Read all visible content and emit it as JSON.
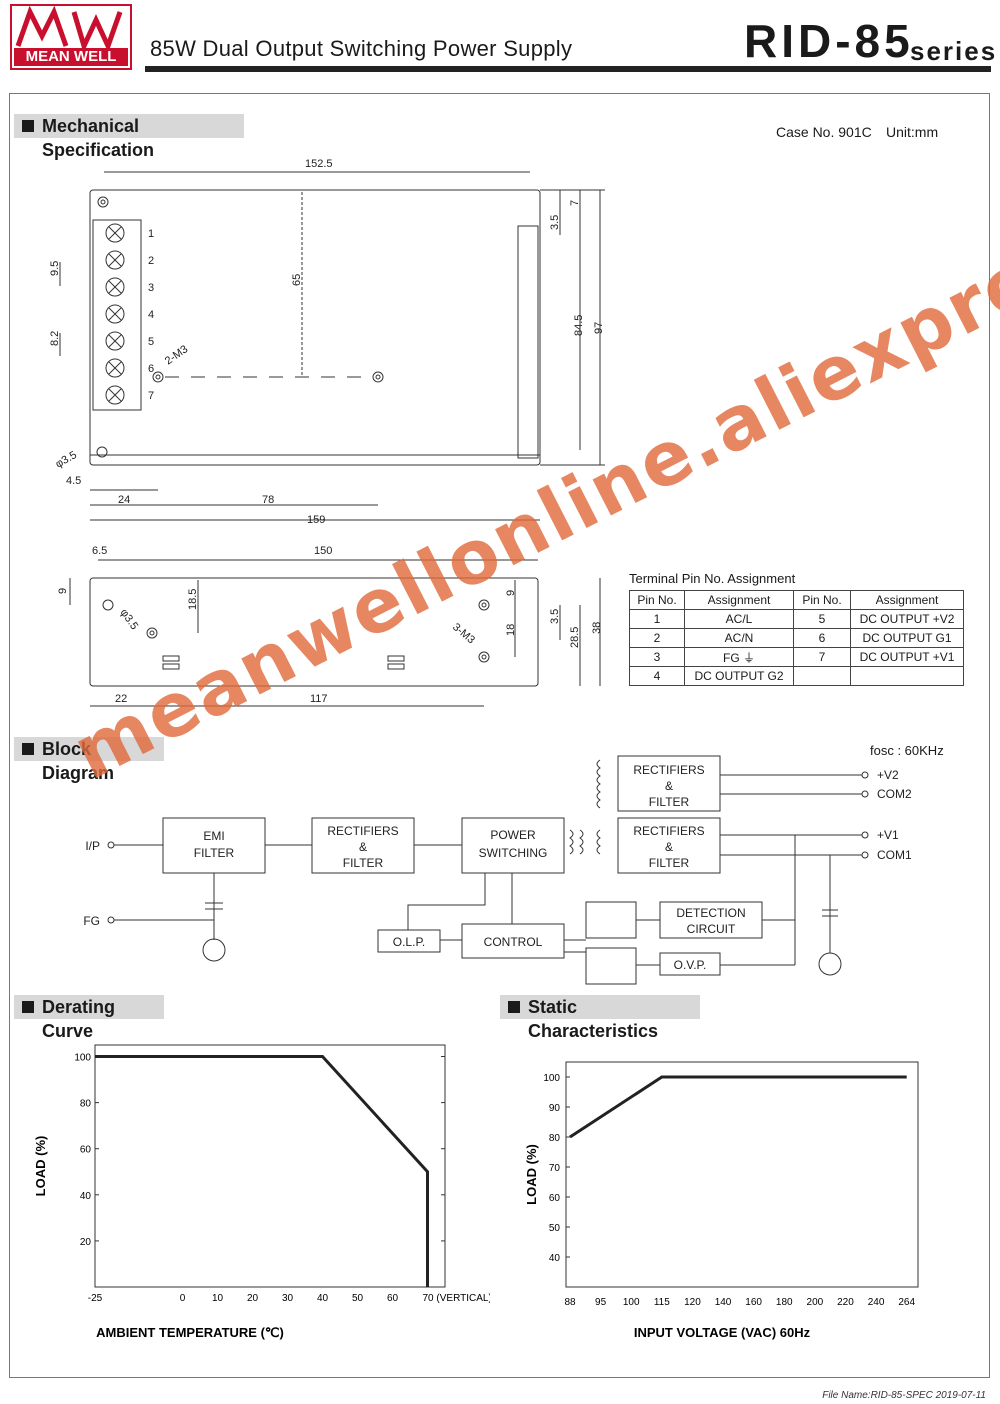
{
  "header": {
    "logo_top": "MW",
    "logo_text": "MEAN WELL",
    "subtitle": "85W Dual Output Switching Power Supply",
    "model": "RID-85",
    "series": "series"
  },
  "mechanical": {
    "title": "Mechanical Specification",
    "case_no": "Case No. 901C",
    "unit": "Unit:mm",
    "dims": {
      "d152_5": "152.5",
      "d7": "7",
      "d3_5a": "3.5",
      "d65": "65",
      "d84_5": "84.5",
      "d97": "97",
      "d9_5": "9.5",
      "d8_2": "8.2",
      "m3_2": "2-M3",
      "phi3_5": "φ3.5",
      "d4_5": "4.5",
      "d24": "24",
      "d78": "78",
      "d159": "159",
      "d6_5": "6.5",
      "d150": "150",
      "d9a": "9",
      "d18_5": "18.5",
      "d9b": "9",
      "d18": "18",
      "d3_5b": "3.5",
      "d28_5": "28.5",
      "d38": "38",
      "m3_3": "3-M3",
      "phi3_5b": "φ3.5",
      "d22": "22",
      "d117": "117"
    },
    "terminals": [
      "1",
      "2",
      "3",
      "4",
      "5",
      "6",
      "7"
    ],
    "pin_title": "Terminal Pin No.  Assignment",
    "pin_headers": [
      "Pin No.",
      "Assignment",
      "Pin No.",
      "Assignment"
    ],
    "pin_rows": [
      [
        "1",
        "AC/L",
        "5",
        "DC OUTPUT +V2"
      ],
      [
        "2",
        "AC/N",
        "6",
        "DC OUTPUT G1"
      ],
      [
        "3",
        "FG ⏚",
        "7",
        "DC OUTPUT +V1"
      ],
      [
        "4",
        "DC OUTPUT G2",
        "",
        ""
      ]
    ]
  },
  "block": {
    "title": "Block Diagram",
    "fosc": "fosc : 60KHz",
    "ip": "I/P",
    "fg": "FG",
    "emi1": "EMI",
    "emi2": "FILTER",
    "rf_a1": "RECTIFIERS",
    "rf_a2": "&",
    "rf_a3": "FILTER",
    "ps1": "POWER",
    "ps2": "SWITCHING",
    "rf_b1": "RECTIFIERS",
    "rf_b2": "&",
    "rf_b3": "FILTER",
    "rf_c1": "RECTIFIERS",
    "rf_c2": "&",
    "rf_c3": "FILTER",
    "v2": "+V2",
    "com2": "COM2",
    "v1": "+V1",
    "com1": "COM1",
    "olp": "O.L.P.",
    "control": "CONTROL",
    "det1": "DETECTION",
    "det2": "CIRCUIT",
    "ovp": "O.V.P."
  },
  "derating": {
    "title": "Derating Curve",
    "ylabel": "LOAD (%)",
    "xlabel": "AMBIENT TEMPERATURE (℃)",
    "yticks": [
      "100",
      "80",
      "60",
      "40",
      "20"
    ],
    "xticks": [
      "-25",
      "0",
      "10",
      "20",
      "30",
      "40",
      "50",
      "60",
      "70 (VERTICAL)"
    ]
  },
  "static": {
    "title": "Static Characteristics",
    "ylabel": "LOAD (%)",
    "xlabel": "INPUT VOLTAGE (VAC) 60Hz",
    "yticks": [
      "100",
      "90",
      "80",
      "70",
      "60",
      "50",
      "40"
    ],
    "xticks": [
      "88",
      "95",
      "100",
      "115",
      "120",
      "140",
      "160",
      "180",
      "200",
      "220",
      "240",
      "264"
    ]
  },
  "chart_data": [
    {
      "type": "line",
      "title": "Derating Curve",
      "xlabel": "AMBIENT TEMPERATURE (℃)",
      "ylabel": "LOAD (%)",
      "x": [
        -25,
        40,
        70,
        70
      ],
      "y": [
        100,
        100,
        50,
        0
      ],
      "xlim": [
        -25,
        75
      ],
      "ylim": [
        0,
        105
      ]
    },
    {
      "type": "line",
      "title": "Static Characteristics",
      "xlabel": "INPUT VOLTAGE (VAC) 60Hz",
      "ylabel": "LOAD (%)",
      "x": [
        88,
        115,
        264
      ],
      "y": [
        80,
        100,
        100
      ],
      "ylim": [
        30,
        105
      ]
    }
  ],
  "watermark": "meanwellonline.aliexpress.com",
  "footer": "File Name:RID-85-SPEC   2019-07-11",
  "colors": {
    "brand": "#c8102e",
    "watermark": "#e06a3a"
  }
}
